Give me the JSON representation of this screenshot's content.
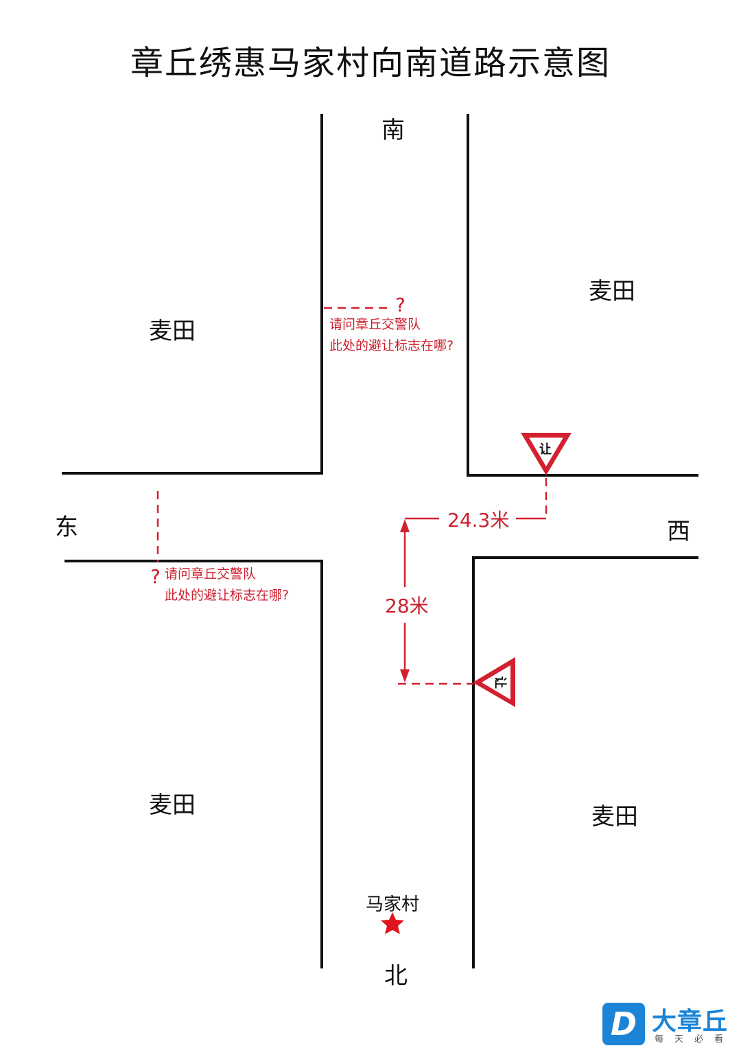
{
  "title": "章丘绣惠马家村向南道路示意图",
  "directions": {
    "south": "南",
    "north": "北",
    "east": "东",
    "west": "西"
  },
  "fields": {
    "top_left": "麦田",
    "top_right": "麦田",
    "bottom_left": "麦田",
    "bottom_right": "麦田"
  },
  "questions": {
    "top": {
      "mark": "?",
      "line1": "请问章丘交警队",
      "line2": "此处的避让标志在哪?"
    },
    "left": {
      "mark": "?",
      "line1": "请问章丘交警队",
      "line2": "此处的避让标志在哪?"
    }
  },
  "distances": {
    "horizontal": "24.3米",
    "vertical": "28米"
  },
  "yield_sign": {
    "label": "让",
    "color": "#d3202f"
  },
  "village": "马家村",
  "logo": {
    "letter": "D",
    "name": "大章丘",
    "slogan": "每天必看"
  },
  "colors": {
    "accent": "#d3202f",
    "road_line": "#111111",
    "brand": "#1c84d6"
  }
}
